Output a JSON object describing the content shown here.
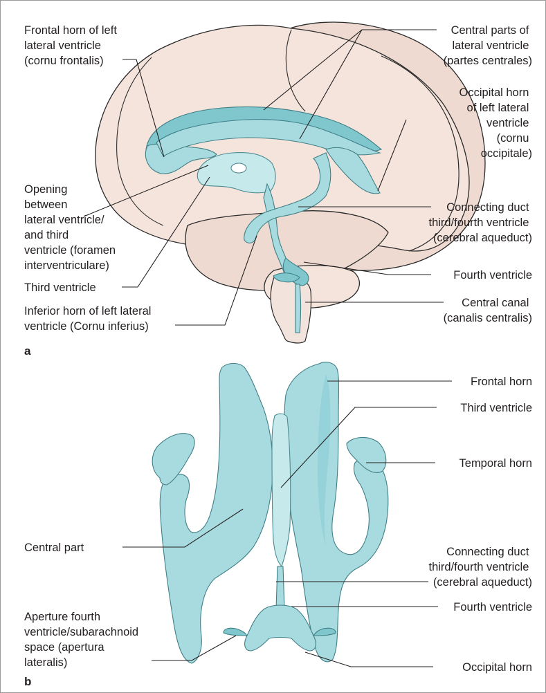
{
  "panel_a": {
    "tag": "a",
    "labels": {
      "frontal_horn": [
        "Frontal horn of left",
        "lateral ventricle",
        "(cornu frontalis)"
      ],
      "central_parts": [
        "Central parts of",
        "lateral ventricle",
        "(partes centrales)"
      ],
      "occipital_horn": [
        "Occipital horn",
        "of left lateral",
        "ventricle",
        "(cornu",
        "occipitale)"
      ],
      "opening": [
        "Opening",
        "between",
        "lateral ventricle/",
        "and third",
        "ventricle (foramen",
        "interventriculare)"
      ],
      "connecting_duct": [
        "Connecting duct",
        "third/fourth ventricle",
        "(cerebral aqueduct)"
      ],
      "third_ventricle": [
        "Third ventricle"
      ],
      "fourth_ventricle": [
        "Fourth ventricle"
      ],
      "inferior_horn": [
        "Inferior horn of left lateral",
        "ventricle (Cornu inferius)"
      ],
      "central_canal": [
        "Central canal",
        "(canalis centralis)"
      ]
    }
  },
  "panel_b": {
    "tag": "b",
    "labels": {
      "frontal_horn": [
        "Frontal horn"
      ],
      "third_ventricle": [
        "Third ventricle"
      ],
      "temporal_horn": [
        "Temporal horn"
      ],
      "central_part": [
        "Central part"
      ],
      "connecting_duct": [
        "Connecting duct",
        "third/fourth ventricle",
        "(cerebral aqueduct)"
      ],
      "fourth_ventricle": [
        "Fourth ventricle"
      ],
      "aperture": [
        "Aperture fourth",
        "ventricle/subarachnoid",
        "space (apertura",
        "lateralis)"
      ],
      "occipital_horn": [
        "Occipital horn"
      ]
    }
  },
  "colors": {
    "ventricle": "#a8dbe0",
    "ventricle_outline": "#3f7f86",
    "brain": "#f4e4dc",
    "text": "#231f20"
  }
}
